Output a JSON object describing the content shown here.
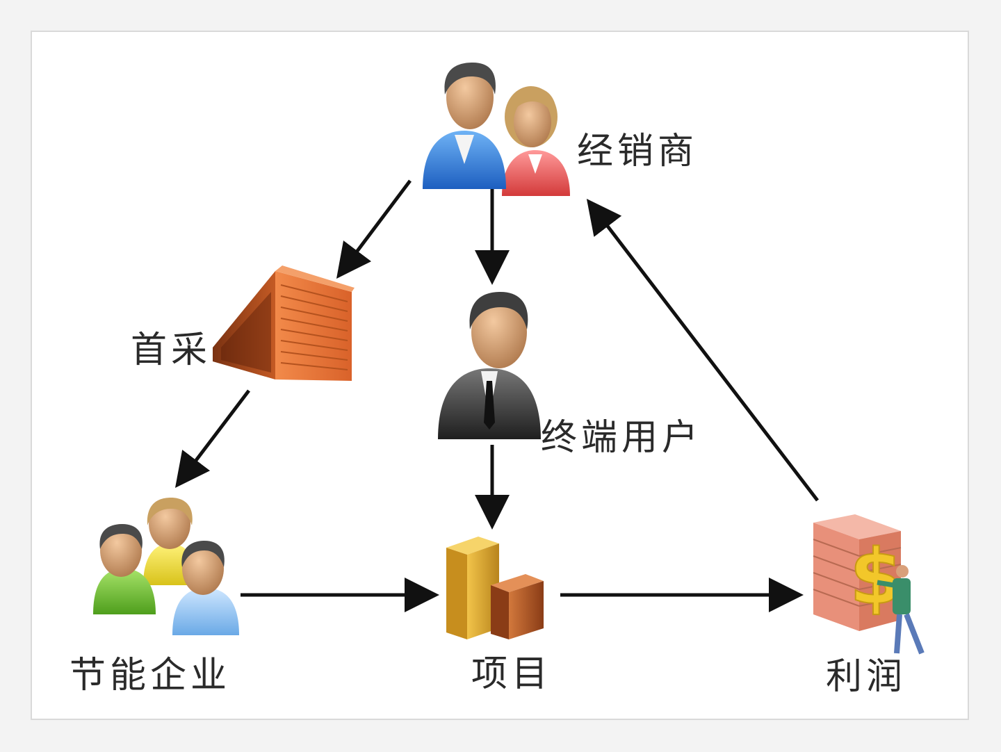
{
  "nodes": {
    "distributor": {
      "label": "经销商",
      "icon": "couple-icon"
    },
    "purchase": {
      "label": "首采",
      "icon": "warehouse-icon"
    },
    "end_user": {
      "label": "终端用户",
      "icon": "businessman-icon"
    },
    "energy_companies": {
      "label": "节能企业",
      "icon": "group-icon"
    },
    "project": {
      "label": "项目",
      "icon": "bar-blocks-icon"
    },
    "profit": {
      "label": "利润",
      "icon": "money-wall-icon"
    }
  },
  "colors": {
    "arrow": "#111111",
    "warehouse": "#e0733a",
    "project_gold": "#d9a32a",
    "project_brown": "#b8562a",
    "profit_wall": "#e8a08a",
    "dollar": "#f2c72a"
  }
}
